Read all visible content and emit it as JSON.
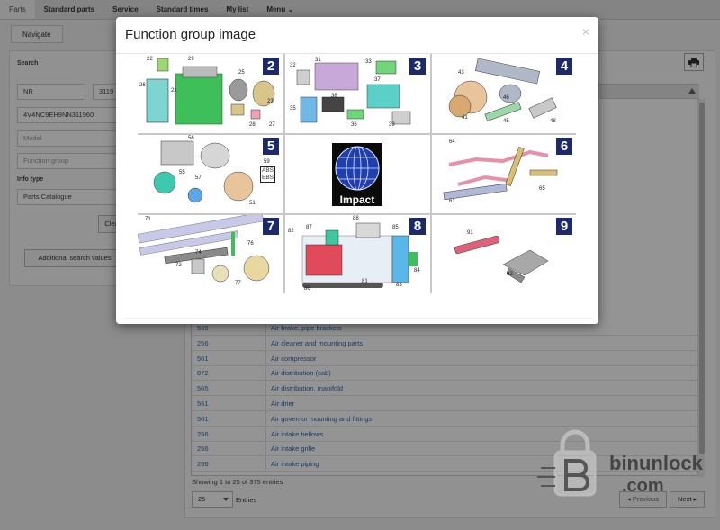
{
  "nav": {
    "items": [
      "Parts",
      "Standard parts",
      "Service",
      "Standard times",
      "My list",
      "Menu"
    ]
  },
  "subnav": {
    "navigate": "Navigate"
  },
  "search": {
    "label": "Search",
    "field1": "NR",
    "field2": "3119",
    "vin": "4V4NC9EH9NN311960",
    "model_placeholder": "Model",
    "function_group_placeholder": "Function group",
    "info_type_label": "Info type",
    "info_type_value": "Parts Catalogue",
    "clear_button": "Clea",
    "additional_button": "Additional search values"
  },
  "table": {
    "rows": [
      {
        "code": "569",
        "name": "Air brake, pipe brackets"
      },
      {
        "code": "256",
        "name": "Air cleaner and mounting parts"
      },
      {
        "code": "561",
        "name": "Air compressor"
      },
      {
        "code": "872",
        "name": "Air distribution (cab)"
      },
      {
        "code": "565",
        "name": "Air distribution, manifold"
      },
      {
        "code": "561",
        "name": "Air drier"
      },
      {
        "code": "561",
        "name": "Air governor mounting and fittings"
      },
      {
        "code": "256",
        "name": "Air intake bellows"
      },
      {
        "code": "256",
        "name": "Air intake grille"
      },
      {
        "code": "256",
        "name": "Air intake piping"
      }
    ],
    "showing": "Showing 1 to 25 of 375 entries",
    "page_size": "25",
    "entries_label": "Entries",
    "previous": "Previous",
    "next": "Next"
  },
  "modal": {
    "title": "Function group image",
    "close": "×",
    "groups": [
      {
        "number": "2",
        "parts": [
          "22",
          "29",
          "25",
          "26",
          "21",
          "23",
          "28",
          "27"
        ]
      },
      {
        "number": "3",
        "parts": [
          "32",
          "31",
          "33",
          "37",
          "38",
          "35",
          "36",
          "39"
        ]
      },
      {
        "number": "4",
        "parts": [
          "43",
          "46",
          "41",
          "45",
          "48"
        ]
      },
      {
        "number": "5",
        "parts": [
          "56",
          "59",
          "55",
          "57",
          "51"
        ],
        "badge": [
          "ABS",
          "EBS"
        ]
      },
      {
        "number": "",
        "logo_text": "Impact"
      },
      {
        "number": "6",
        "parts": [
          "64",
          "65",
          "61"
        ]
      },
      {
        "number": "7",
        "parts": [
          "71",
          "76",
          "72",
          "74",
          "77"
        ]
      },
      {
        "number": "8",
        "parts": [
          "88",
          "87",
          "85",
          "82",
          "84",
          "86",
          "81",
          "83"
        ]
      },
      {
        "number": "9",
        "parts": [
          "91",
          "92"
        ]
      }
    ]
  },
  "watermark": {
    "brand": "binunlock",
    "domain": ".com"
  },
  "colors": {
    "accent": "#1c2a6b",
    "link": "#2a6aa8"
  }
}
